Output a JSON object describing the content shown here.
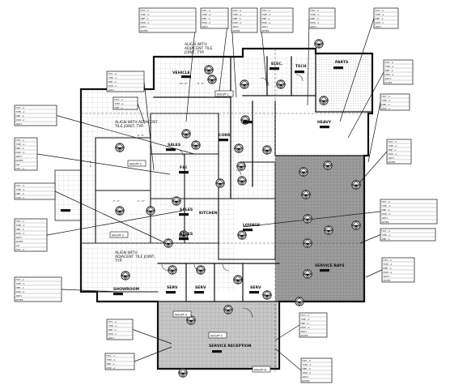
{
  "notes": {
    "align_top": [
      "ALIGN WITH",
      "ADJACENT TILE",
      "JOINT, TYP."
    ],
    "align_left": [
      "ALIGN WITH ADJACENT",
      "TILE JOINT, TYP."
    ],
    "align_bottom": [
      "ALIGN WITH",
      "ADJACENT TILE JOINT,",
      "TYP."
    ]
  },
  "rooms": {
    "vehicle": "VEHICLE",
    "elec": "ELEC.",
    "tech": "TECH",
    "parts": "PARTS",
    "heavy": "HEAVY",
    "sales": "SALES",
    "f_and_i": "F&I",
    "sales2": "SALES",
    "sales3": "SALES",
    "lounge": "LOUNGE",
    "service_bays": "SERVICE BAYS",
    "showroom": "SHOWROOM",
    "serv1": "SERV",
    "serv2": "SERV",
    "serv3": "SERV",
    "service_reception": "SERVICE RECEPTION",
    "corr": "CORR",
    "kitchen": "KITCHEN"
  },
  "ceiling_tags": {
    "t1": "NHGPT-1",
    "t2": "NHGPT-2",
    "t3": "NHGPT-3",
    "t4": "NHGPT-4",
    "t5": "NHGPT-5",
    "t6": "NHGPT-6"
  },
  "dims": {
    "d1": "16' - 8\"",
    "d2": "8' - 0\"",
    "d3": "8' - 0\"",
    "d4": "5' - 0\"",
    "d5": "4' - 11\"",
    "d6": "8' - 6\""
  },
  "callout_keys": [
    "FIXT. - A",
    "TYPE - A",
    "MNF - A",
    "MOD - A",
    "ADD'L",
    "NOTES",
    "CAT"
  ]
}
